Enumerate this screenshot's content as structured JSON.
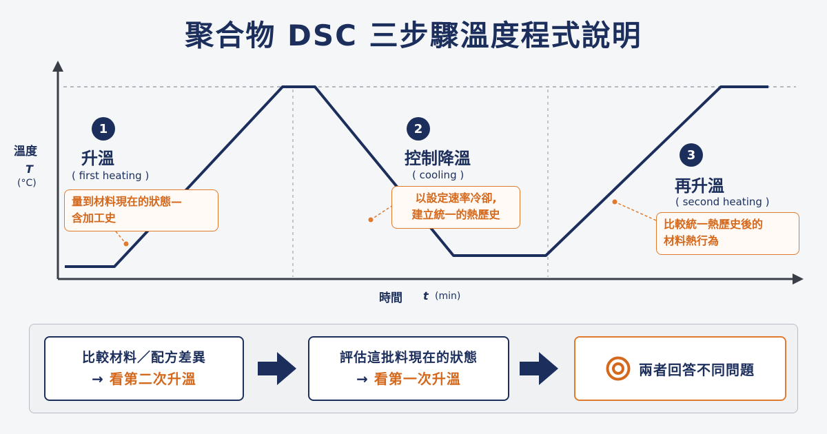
{
  "title": "聚合物 DSC 三步驟溫度程式說明",
  "y_axis": {
    "label": "溫度",
    "symbol": "T",
    "unit": "(°C)"
  },
  "x_axis": {
    "label": "時間",
    "symbol": "t",
    "unit": "(min)"
  },
  "steps": [
    {
      "number": "1",
      "title": "升溫",
      "subtitle": "( first heating )",
      "note_line1": "量到材料現在的狀態—",
      "note_line2": "含加工史"
    },
    {
      "number": "2",
      "title": "控制降溫",
      "subtitle": "( cooling )",
      "note_line1": "以設定速率冷卻,",
      "note_line2": "建立統一的熱歷史"
    },
    {
      "number": "3",
      "title": "再升溫",
      "subtitle": "( second heating )",
      "note_line1": "比較統一熱歷史後的",
      "note_line2": "材料熱行為"
    }
  ],
  "bottom": {
    "box1": {
      "line1": "比較材料／配方差異",
      "arrow": "→",
      "line2": "看第二次升溫"
    },
    "box2": {
      "line1": "評估這批料現在的狀態",
      "arrow": "→",
      "line2": "看第一次升溫"
    },
    "box3": {
      "text": "兩者回答不同問題",
      "icon": "target-icon"
    }
  },
  "colors": {
    "navy": "#1c2f5c",
    "orange": "#e07a2e",
    "background": "#f5f6f8"
  }
}
